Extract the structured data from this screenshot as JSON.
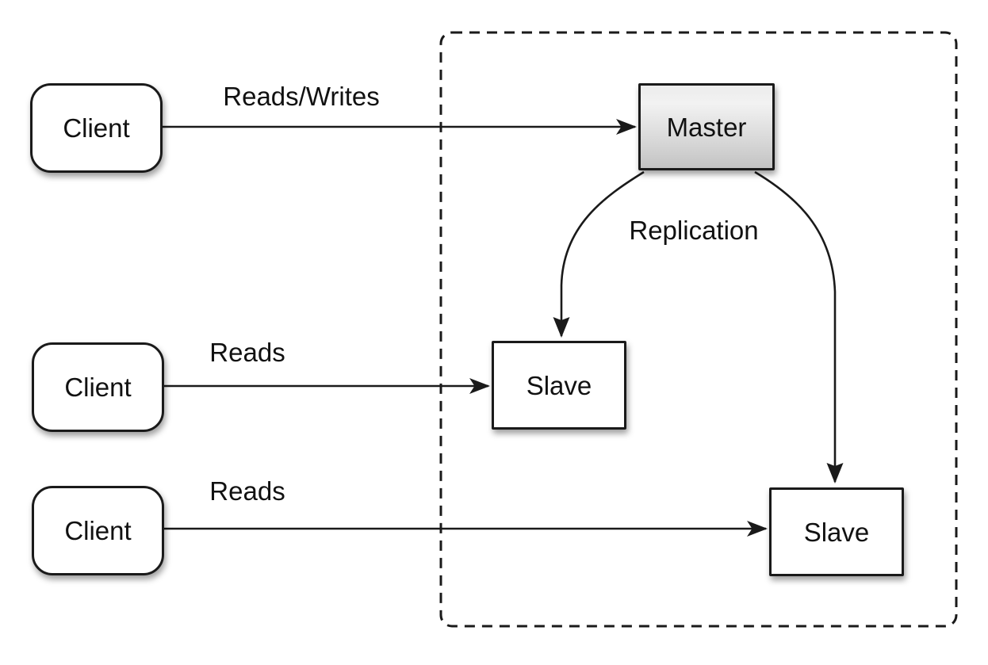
{
  "diagram": {
    "title": "Master-slave database replication diagram",
    "colors": {
      "background": "#ffffff",
      "stroke": "#1a1a1a",
      "master_gradient_top": "#ececec",
      "master_gradient_bottom": "#c3c3c3",
      "node_fill": "#ffffff"
    },
    "clients": [
      {
        "label": "Client"
      },
      {
        "label": "Client"
      },
      {
        "label": "Client"
      }
    ],
    "master": {
      "label": "Master"
    },
    "slaves": [
      {
        "label": "Slave"
      },
      {
        "label": "Slave"
      }
    ],
    "edges": [
      {
        "from": "client-1",
        "to": "master",
        "label": "Reads/Writes"
      },
      {
        "from": "client-2",
        "to": "slave-1",
        "label": "Reads"
      },
      {
        "from": "client-3",
        "to": "slave-2",
        "label": "Reads"
      },
      {
        "from": "master",
        "to": "slave-1",
        "label": "Replication"
      },
      {
        "from": "master",
        "to": "slave-2",
        "label": "Replication"
      }
    ],
    "edge_labels": {
      "reads_writes": "Reads/Writes",
      "reads_top": "Reads",
      "reads_bottom": "Reads",
      "replication": "Replication"
    },
    "container": {
      "meaning": "replication-cluster-boundary",
      "style": "dashed"
    }
  }
}
